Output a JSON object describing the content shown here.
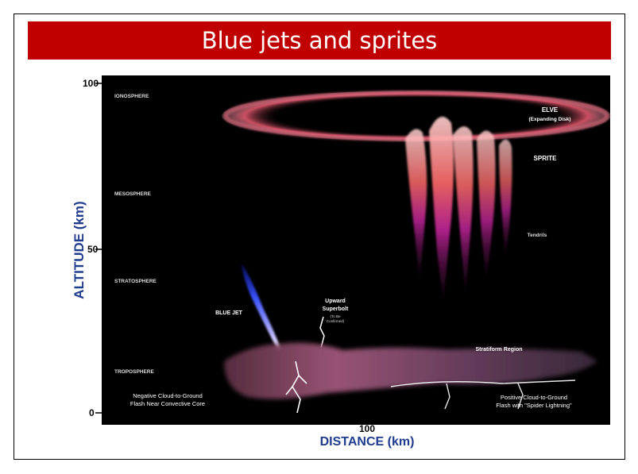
{
  "slide": {
    "title": "Blue jets and sprites"
  },
  "figure": {
    "y_axis": {
      "label": "ALTITUDE (km)",
      "ticks": [
        "100",
        "50",
        "0"
      ]
    },
    "x_axis": {
      "label": "DISTANCE (km)",
      "ticks": [
        "100"
      ]
    },
    "layers": {
      "ionosphere": "IONOSPHERE",
      "mesosphere": "MESOSPHERE",
      "stratosphere": "STRATOSPHERE",
      "troposphere": "TROPOSPHERE"
    },
    "labels": {
      "elve": "ELVE",
      "elve_sub": "(Expanding Disk)",
      "sprite": "SPRITE",
      "tendrils": "Tendrils",
      "blue_jet": "BLUE JET",
      "superbolt_1": "Upward",
      "superbolt_2": "Superbolt",
      "superbolt_3": "(To Be",
      "superbolt_4": "Confirmed)",
      "stratiform": "Stratiform Region",
      "neg_cg_1": "Negative Cloud-to-Ground",
      "neg_cg_2": "Flash Near Convective Core",
      "pos_cg_1": "Positive Cloud-to-Ground",
      "pos_cg_2": "Flash with \"Spider Lightning\""
    },
    "colors": {
      "background": "#000000",
      "axis_label": "#1f3c8f",
      "elve": "#d9435a",
      "sprite_top": "#ff7a7a",
      "tendrils": "#b4208c",
      "blue_jet": "#3049ff",
      "cloud": "#8a4a6a"
    }
  }
}
